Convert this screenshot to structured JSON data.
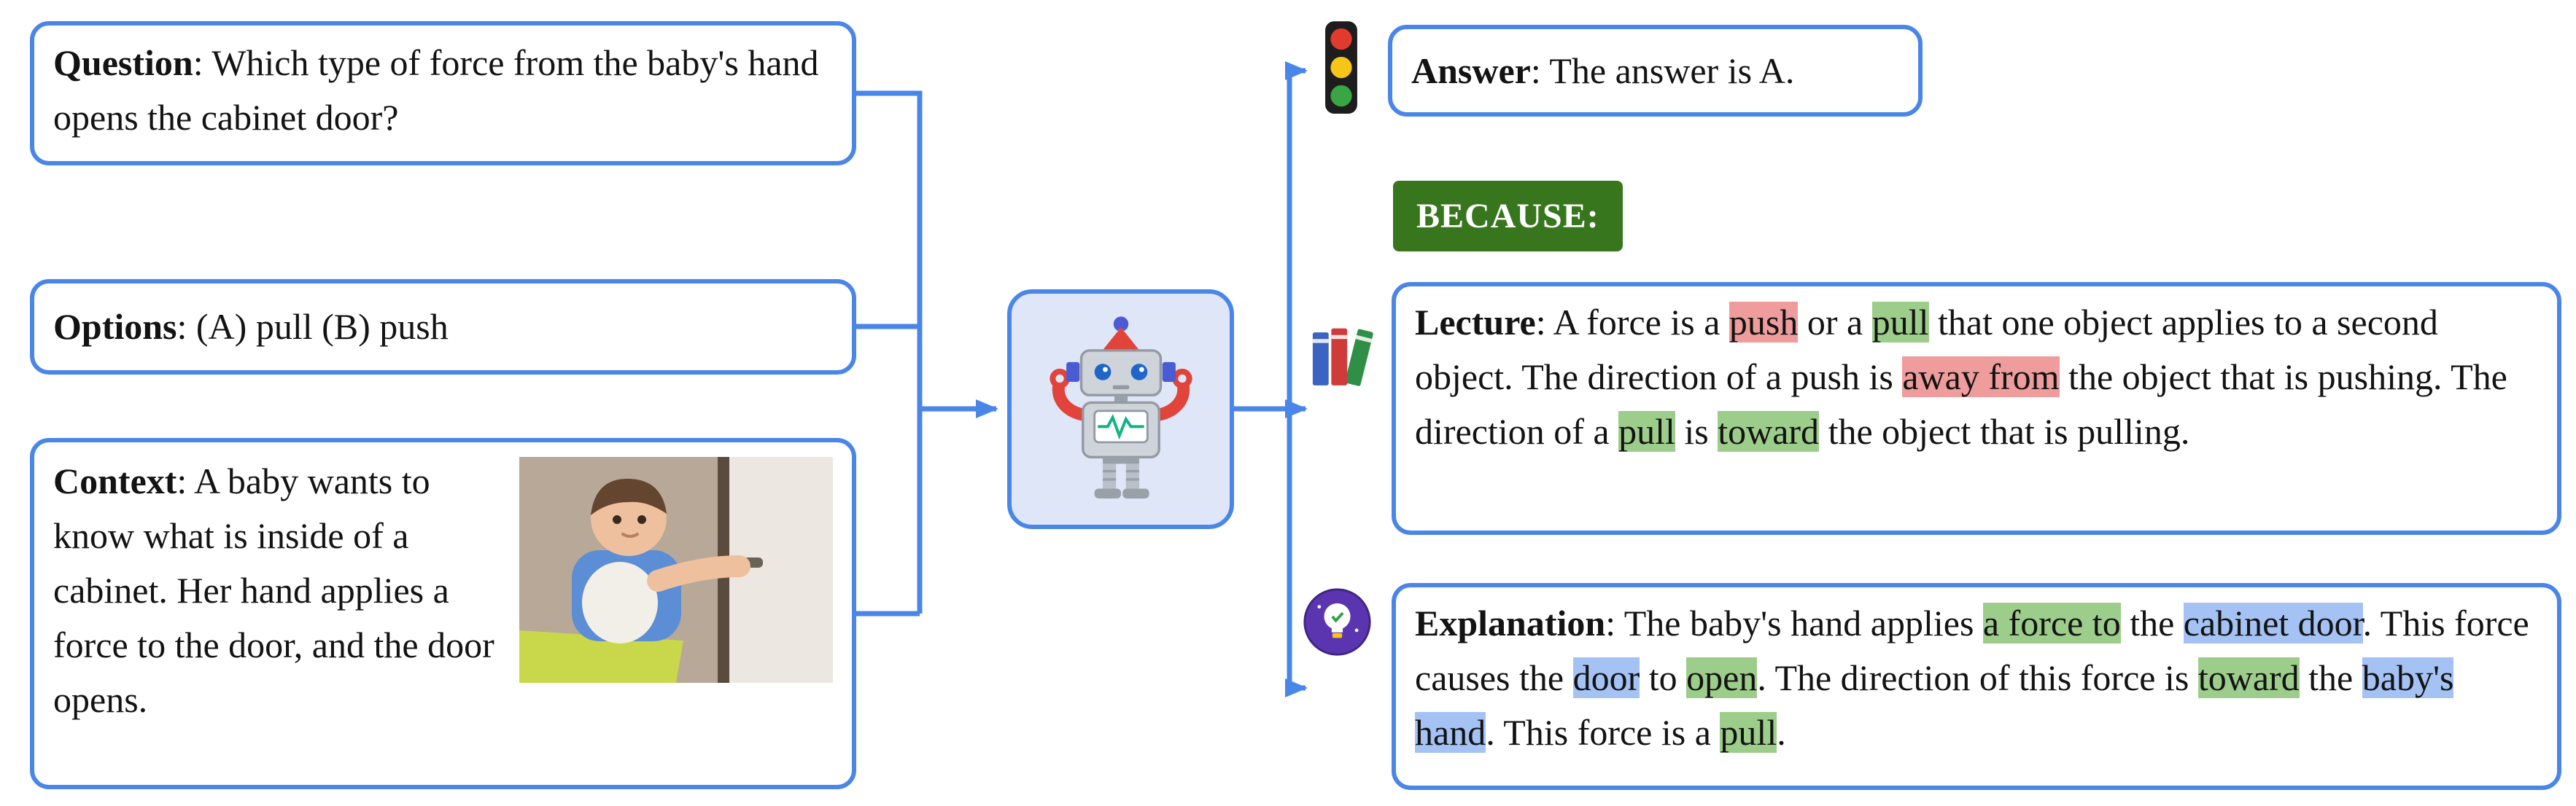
{
  "figure": {
    "left": {
      "question": {
        "segments": [
          {
            "text": "Question",
            "style": "bold"
          },
          {
            "text": ": Which type of force from the baby's hand opens the cabinet door?",
            "style": "plain"
          }
        ]
      },
      "options": {
        "segments": [
          {
            "text": "Options",
            "style": "bold"
          },
          {
            "text": ": (A) pull (B) push",
            "style": "plain"
          }
        ]
      },
      "context": {
        "segments": [
          {
            "text": "Context",
            "style": "bold"
          },
          {
            "text": ": A baby wants to know what is inside of a cabinet. Her hand applies a force to the door, and the door opens.",
            "style": "plain"
          }
        ]
      }
    },
    "right": {
      "answer": {
        "segments": [
          {
            "text": "Answer",
            "style": "bold"
          },
          {
            "text": ": The answer is A.",
            "style": "plain"
          }
        ]
      },
      "because_label": "BECAUSE:",
      "lecture": {
        "segments": [
          {
            "text": "Lecture",
            "style": "bold"
          },
          {
            "text": ": A force is a ",
            "style": "plain"
          },
          {
            "text": "push",
            "style": "hl-red"
          },
          {
            "text": " or a ",
            "style": "plain"
          },
          {
            "text": "pull",
            "style": "hl-green"
          },
          {
            "text": " that one object applies to a second object. The direction of a push is ",
            "style": "plain"
          },
          {
            "text": "away from",
            "style": "hl-red"
          },
          {
            "text": " the object that is pushing. The direction of a ",
            "style": "plain"
          },
          {
            "text": "pull",
            "style": "hl-green"
          },
          {
            "text": " is ",
            "style": "plain"
          },
          {
            "text": "toward",
            "style": "hl-green"
          },
          {
            "text": " the object that is pulling.",
            "style": "plain"
          }
        ]
      },
      "explanation": {
        "segments": [
          {
            "text": "Explanation",
            "style": "bold"
          },
          {
            "text": ": The baby's hand applies ",
            "style": "plain"
          },
          {
            "text": "a force to",
            "style": "hl-green"
          },
          {
            "text": " the ",
            "style": "plain"
          },
          {
            "text": "cabinet door",
            "style": "hl-blue"
          },
          {
            "text": ". This force causes the ",
            "style": "plain"
          },
          {
            "text": "door",
            "style": "hl-blue"
          },
          {
            "text": " to ",
            "style": "plain"
          },
          {
            "text": "open",
            "style": "hl-green"
          },
          {
            "text": ". The direction of this force is ",
            "style": "plain"
          },
          {
            "text": "toward",
            "style": "hl-green"
          },
          {
            "text": " the ",
            "style": "plain"
          },
          {
            "text": "baby's hand",
            "style": "hl-blue"
          },
          {
            "text": ". This force is a ",
            "style": "plain"
          },
          {
            "text": "pull",
            "style": "hl-green"
          },
          {
            "text": ".",
            "style": "plain"
          }
        ]
      }
    },
    "icons": {
      "robot": "robot-icon",
      "traffic_light": "traffic-light-icon",
      "books": "books-icon",
      "idea": "idea-lightbulb-icon",
      "baby_photo": "baby-opening-cabinet-photo"
    },
    "colors": {
      "box_border_blue": "#4a86e8",
      "arrow_blue": "#4a86e8",
      "because_green": "#38761d",
      "highlight_red": "#ee9c9c",
      "highlight_green": "#9dcd8a",
      "highlight_blue": "#a4c2f4"
    }
  }
}
